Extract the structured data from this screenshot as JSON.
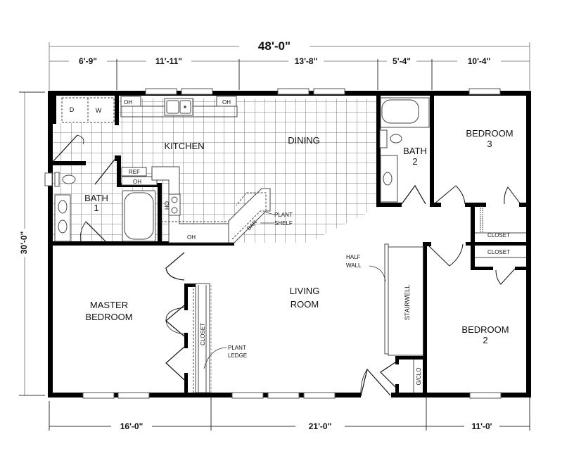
{
  "dimensions": {
    "overall_width": "48'-0\"",
    "overall_depth": "30'-0\"",
    "top_segments": [
      "6'-9\"",
      "11'-11\"",
      "13'-8\"",
      "5'-4\"",
      "10'-4\""
    ],
    "bottom_segments": [
      "16'-0\"",
      "21'-0\"",
      "11'-0'"
    ]
  },
  "rooms": {
    "kitchen": "KITCHEN",
    "dining": "DINING",
    "bath1": [
      "BATH",
      "1"
    ],
    "bath2": [
      "BATH",
      "2"
    ],
    "bedroom3": [
      "BEDROOM",
      "3"
    ],
    "bedroom2": [
      "BEDROOM",
      "2"
    ],
    "master": [
      "MASTER",
      "BEDROOM"
    ],
    "living": [
      "LIVING",
      "ROOM"
    ],
    "stairwell": "STAIRWELL"
  },
  "fixtures": {
    "dryer": "D",
    "washer": "W",
    "oh": "OH",
    "ref": "REF",
    "bar": "BAR",
    "closet": "CLOSET",
    "gclo": "G/CLO"
  },
  "annotations": {
    "plant_shelf": [
      "PLANT",
      "SHELF"
    ],
    "plant_ledge": [
      "PLANT",
      "LEDGE"
    ],
    "half_wall": [
      "HALF",
      "WALL"
    ]
  }
}
